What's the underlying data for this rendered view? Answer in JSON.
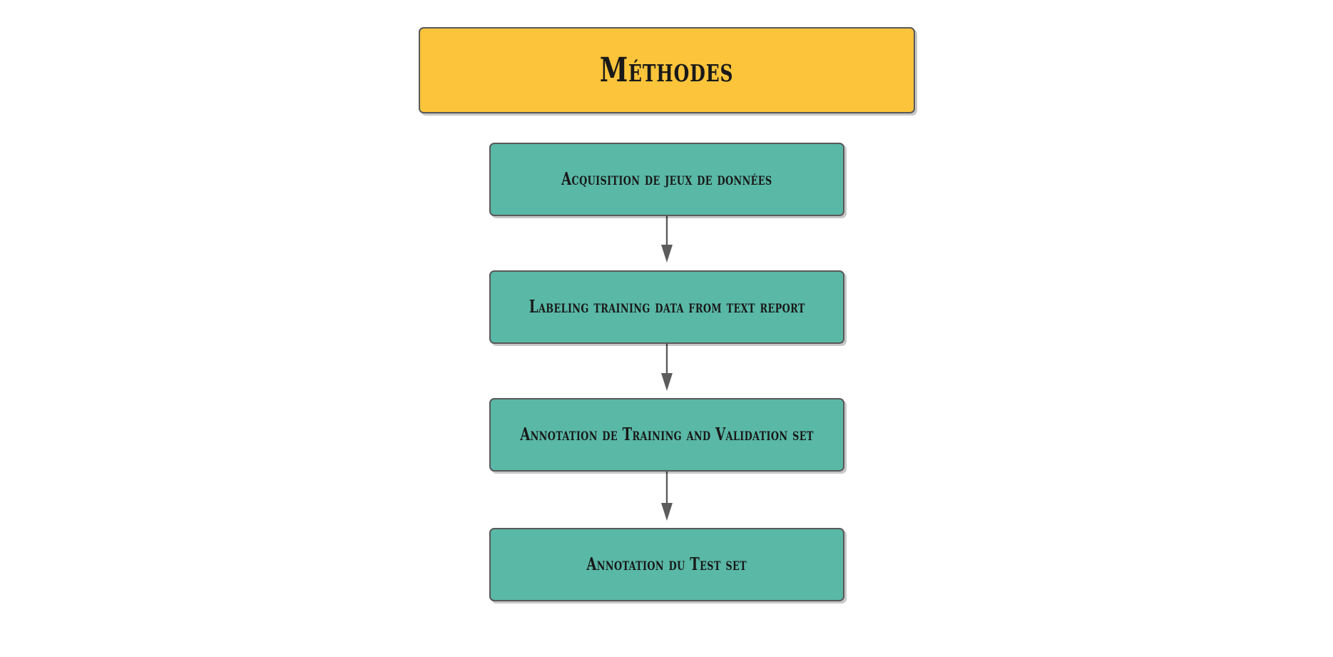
{
  "diagram": {
    "title_node": {
      "label": "Méthodes",
      "fill_color": "#FBC43A",
      "border_color": "#595959",
      "text_color": "#191919"
    },
    "node_fill_color": "#59B8A6",
    "node_border_color": "#595959",
    "node_text_color": "#191919",
    "connector_color": "#5c5c5c",
    "background_color": "#ffffff",
    "nodes": [
      {
        "id": "node-1",
        "label": "Acquisition de jeux de données"
      },
      {
        "id": "node-2",
        "label": "Labeling training data from text report"
      },
      {
        "id": "node-3",
        "label": "Annotation de Training and Validation set"
      },
      {
        "id": "node-4",
        "label": "Annotation du Test set"
      }
    ],
    "edges": [
      {
        "from": "node-1",
        "to": "node-2",
        "arrowhead": "solid-triangle"
      },
      {
        "from": "node-2",
        "to": "node-3",
        "arrowhead": "solid-triangle"
      },
      {
        "from": "node-3",
        "to": "node-4",
        "arrowhead": "solid-triangle"
      }
    ]
  }
}
